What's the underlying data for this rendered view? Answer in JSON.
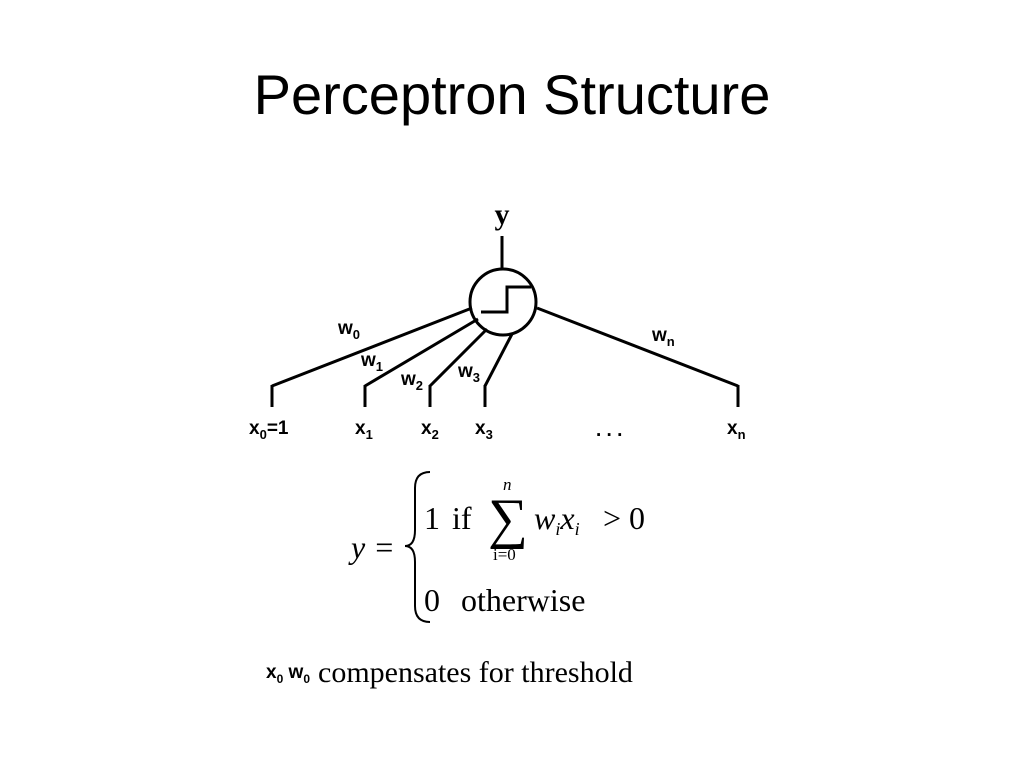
{
  "slide": {
    "title": "Perceptron Structure"
  },
  "diagram": {
    "output_label": "y",
    "weights": [
      {
        "base": "w",
        "sub": "0"
      },
      {
        "base": "w",
        "sub": "1"
      },
      {
        "base": "w",
        "sub": "2"
      },
      {
        "base": "w",
        "sub": "3"
      },
      {
        "base": "w",
        "sub": "n"
      }
    ],
    "inputs": [
      {
        "base": "x",
        "sub": "0",
        "suffix": "=1"
      },
      {
        "base": "x",
        "sub": "1",
        "suffix": ""
      },
      {
        "base": "x",
        "sub": "2",
        "suffix": ""
      },
      {
        "base": "x",
        "sub": "3",
        "suffix": ""
      },
      {
        "base": "x",
        "sub": "n",
        "suffix": ""
      }
    ],
    "ellipsis": ". . ."
  },
  "formula": {
    "lhs": "y =",
    "case1_value": "1",
    "case1_if": "if",
    "sum_symbol": "∑",
    "sum_upper": "n",
    "sum_lower": "i=0",
    "term_w": "w",
    "term_x": "x",
    "index": "i",
    "comparison": "> 0",
    "case2_value": "0",
    "case2_text": "otherwise"
  },
  "footer": {
    "x_base": "x",
    "x_sub": "0",
    "w_base": "w",
    "w_sub": "0",
    "note": "compensates for threshold"
  }
}
